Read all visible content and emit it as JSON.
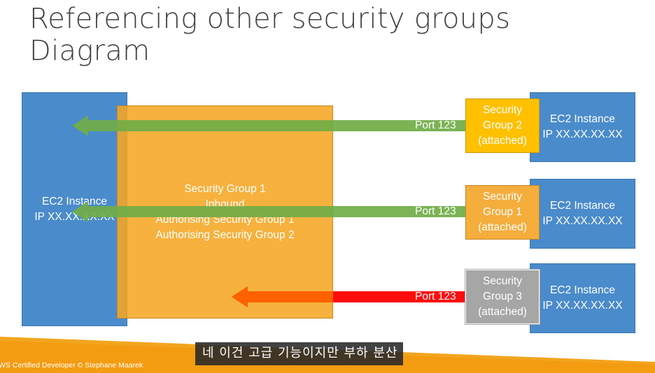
{
  "title": {
    "line1": "Referencing other security groups",
    "line2": "Diagram"
  },
  "left_instance": {
    "line1": "EC2 Instance",
    "line2": "IP XX.XX.XX.XX"
  },
  "security_group_1": {
    "line1": "Security Group 1",
    "line2": "Inbound",
    "line3": "Authorising Security Group 1",
    "line4": "Authorising Security Group 2"
  },
  "rows": [
    {
      "port": "Port 123",
      "tag": {
        "line1": "Security",
        "line2": "Group 2",
        "line3": "(attached)"
      },
      "instance": {
        "line1": "EC2 Instance",
        "line2": "IP XX.XX.XX.XX"
      },
      "arrow_color": "#70ad47"
    },
    {
      "port": "Port 123",
      "tag": {
        "line1": "Security",
        "line2": "Group 1",
        "line3": "(attached)"
      },
      "instance": {
        "line1": "EC2 Instance",
        "line2": "IP XX.XX.XX.XX"
      },
      "arrow_color": "#70ad47"
    },
    {
      "port": "Port 123",
      "tag": {
        "line1": "Security",
        "line2": "Group 3",
        "line3": "(attached)"
      },
      "instance": {
        "line1": "EC2 Instance",
        "line2": "IP XX.XX.XX.XX"
      },
      "arrow_color": "#ff0000"
    }
  ],
  "footer": "WS Certified Developer © Stephane Maarek",
  "subtitle_caption": "네 이건 고급 기능이지만 부하 분산",
  "colors": {
    "ec2_blue": "#4a8bcb",
    "sg1_orange": "#f5a623",
    "sg2_yellow": "#ffc000",
    "sg3_gray": "#a6a6a6",
    "allowed_green": "#70ad47",
    "blocked_red": "#ff0000",
    "footer_orange": "#f39c12"
  }
}
